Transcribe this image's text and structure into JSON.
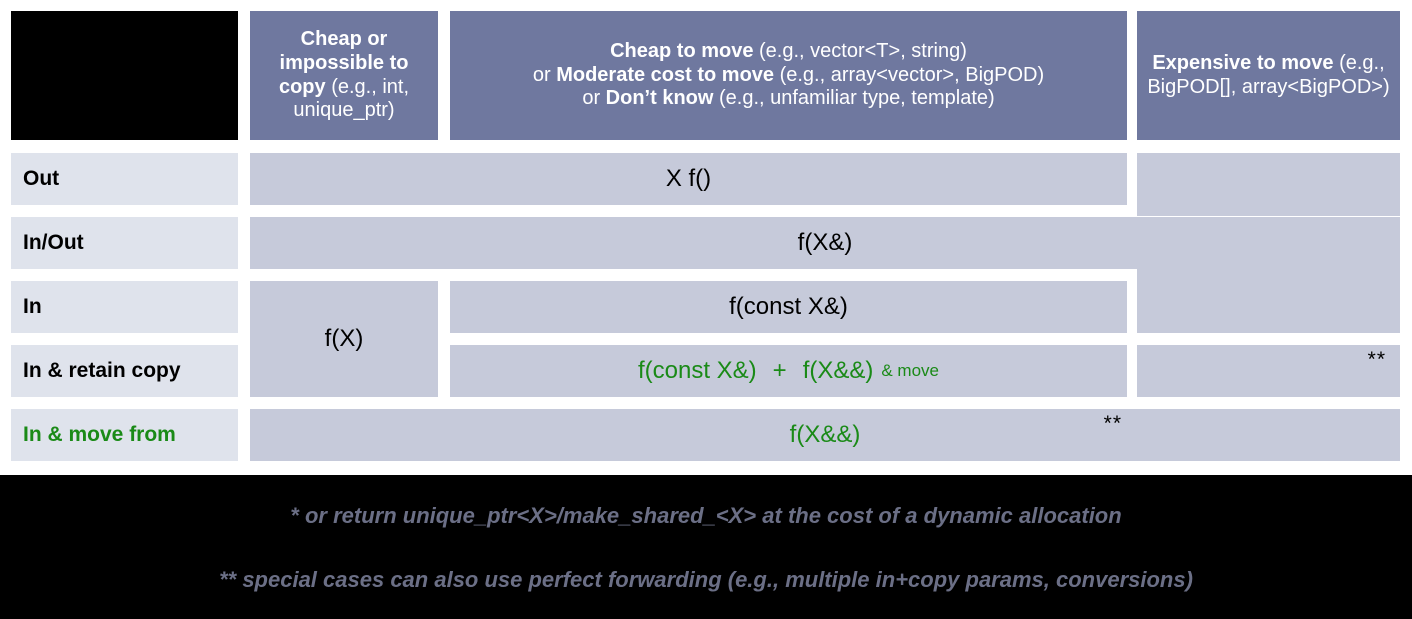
{
  "table": {
    "corner": "",
    "columns": [
      {
        "id": "cheap-or-impossible-to-copy",
        "strong": "Cheap or impossible to copy",
        "example": " (e.g., int, unique_ptr)"
      },
      {
        "id": "cheap-to-move",
        "lines": [
          {
            "strong": "Cheap to move",
            "rest": " (e.g., vector<T>, string)"
          },
          {
            "prefix": "or ",
            "strong": "Moderate cost to move",
            "rest": " (e.g., array<vector>, BigPOD)"
          },
          {
            "prefix": "or ",
            "strong": "Don’t know",
            "rest": " (e.g., unfamiliar type, template)"
          }
        ]
      },
      {
        "id": "expensive-to-move",
        "strong": "Expensive to move",
        "example": " (e.g., BigPOD[], array<BigPOD>)"
      }
    ],
    "rows": [
      {
        "id": "out",
        "label": "Out",
        "green": false
      },
      {
        "id": "in-out",
        "label": "In/Out",
        "green": false
      },
      {
        "id": "in",
        "label": "In",
        "green": false
      },
      {
        "id": "in-retain-copy",
        "label": "In & retain copy",
        "green": false
      },
      {
        "id": "in-move-from",
        "label": "In & move from",
        "green": true
      }
    ],
    "cells": {
      "out_span": "X f()",
      "in_out_span": "f(X&)",
      "in_copy_col1": "f(X)",
      "in_const_ref": "f(const X&)",
      "retain_copy_a": "f(const X&)",
      "retain_copy_plus": "+",
      "retain_copy_b": "f(X&&)",
      "retain_copy_move": "& move",
      "move_from": "f(X&&)",
      "stars_retain": "**",
      "stars_move": "**"
    }
  },
  "footnotes": {
    "one": "* or return unique_ptr<X>/make_shared_<X> at the cost of a dynamic allocation",
    "two": "** special cases can also use perfect forwarding (e.g., multiple in+copy params, conversions)"
  },
  "colors": {
    "header_blue": "#6f789f",
    "cell_blue": "#c6cada",
    "label_blue": "#dfe3ec",
    "green": "#1a8a17",
    "footer_bg": "#000000",
    "footer_text": "#6b6f86"
  }
}
